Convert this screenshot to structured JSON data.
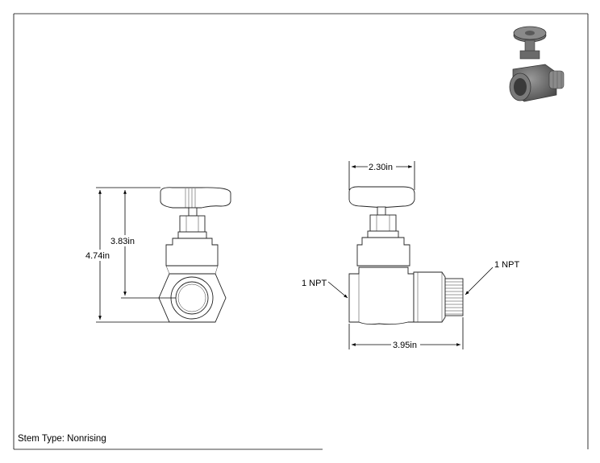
{
  "dimensions": {
    "overall_height": "4.74in",
    "center_height": "3.83in",
    "handwheel_diameter": "2.30in",
    "overall_length": "3.95in"
  },
  "callouts": {
    "inlet": "1 NPT",
    "outlet": "1 NPT"
  },
  "notes": {
    "stem_type": "Stem Type: Nonrising"
  }
}
